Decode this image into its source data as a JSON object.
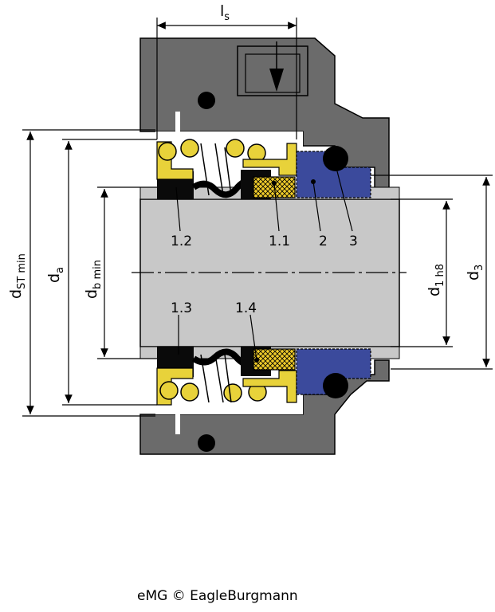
{
  "dimensions": {
    "ls": {
      "main": "l",
      "sub": "s"
    },
    "dst_min": {
      "main": "d",
      "sub": "ST min"
    },
    "da": {
      "main": "d",
      "sub": "a"
    },
    "db_min": {
      "main": "d",
      "sub": "b min"
    },
    "d1_h8": {
      "main": "d",
      "sub": "1 h8"
    },
    "d3": {
      "main": "d",
      "sub": "3"
    }
  },
  "parts": {
    "p1_2": "1.2",
    "p1_1": "1.1",
    "p2": "2",
    "p3": "3",
    "p1_3": "1.3",
    "p1_4": "1.4"
  },
  "copyright": "eMG © EagleBurgmann",
  "colors": {
    "housing": "#6b6b6b",
    "shaft": "#c8c8c8",
    "bellows": "#0a0a0a",
    "spring": "#e8d23a",
    "seal_face": "#f0cc2a",
    "seat": "#3b4a9c",
    "oring": "#000000"
  }
}
